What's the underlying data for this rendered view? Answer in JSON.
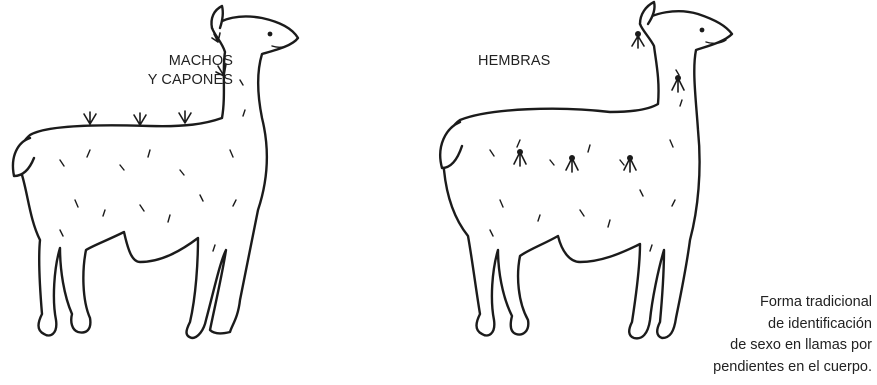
{
  "labels": {
    "males": [
      "MACHOS",
      "Y CAPONES"
    ],
    "females": "HEMBRAS"
  },
  "caption": [
    "Forma tradicional",
    "de identificación",
    "de sexo en llamas por",
    "pendientes en el cuerpo."
  ]
}
